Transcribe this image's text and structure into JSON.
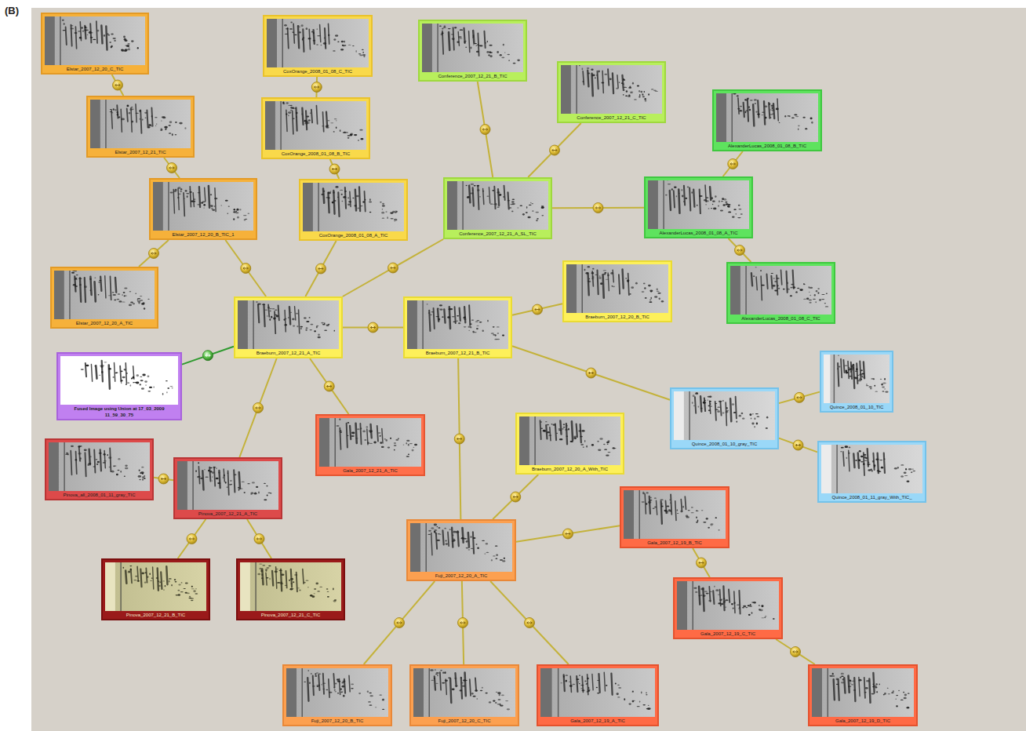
{
  "diagram": {
    "nodes": [
      {
        "text": [
          "Elstar_2007_12_20_C_TIC"
        ]
      },
      {
        "text": [
          "CoxOrange_2008_01_08_C_TIC"
        ]
      },
      {
        "text": [
          "Conference_2007_12_21_B_TIC"
        ]
      },
      {
        "text": [
          "Conference_2007_12_21_C_TIC"
        ]
      },
      {
        "text": [
          "AlexanderLucas_2008_01_08_B_TIC"
        ]
      },
      {
        "text": [
          "Elstar_2007_12_21_TIC"
        ]
      },
      {
        "text": [
          "CoxOrange_2008_01_08_B_TIC"
        ]
      },
      {
        "text": [
          "Elstar_2007_12_20_B_TIC_1"
        ]
      },
      {
        "text": [
          "CoxOrange_2008_01_08_A_TIC"
        ]
      },
      {
        "text": [
          "Conference_2007_12_21_A_SL_TIC"
        ]
      },
      {
        "text": [
          "AlexanderLucas_2008_01_08_A_TIC"
        ]
      },
      {
        "text": [
          "Braeburn_2007_12_20_B_TIC"
        ]
      },
      {
        "text": [
          "AlexanderLucas_2008_01_08_C_TIC"
        ]
      },
      {
        "text": [
          "Elstar_2007_12_20_A_TIC"
        ]
      },
      {
        "text": [
          "Braeburn_2007_12_21_A_TIC"
        ]
      },
      {
        "text": [
          "Braeburn_2007_12_21_B_TIC"
        ]
      },
      {
        "text": [
          "Quince_2008_01_10_TIC"
        ]
      },
      {
        "text": [
          "Fused Image using Union at 17_03_2009 11_59_30_75"
        ]
      },
      {
        "text": [
          "Quince_2008_01_10_gray_TIC"
        ]
      },
      {
        "text": [
          "Braeburn_2007_12_20_A_With_TIC"
        ]
      },
      {
        "text": [
          "Gala_2007_12_21_A_TIC"
        ]
      },
      {
        "text": [
          "Pinova_all_2008_01_11_gray_TIC"
        ]
      },
      {
        "text": [
          "Quince_2008_01_11_gray_With_TIC_"
        ]
      },
      {
        "text": [
          "Pinova_2007_12_21_A_TIC"
        ]
      },
      {
        "text": [
          "Gala_2007_12_19_B_TIC"
        ]
      },
      {
        "text": [
          "Fuji_2007_12_20_A_TIC"
        ]
      },
      {
        "text": [
          "Pinova_2007_12_21_B_TIC"
        ]
      },
      {
        "text": [
          "Pinova_2007_12_21_C_TIC"
        ]
      },
      {
        "text": [
          "Gala_2007_12_19_C_TIC"
        ]
      },
      {
        "text": [
          "Gala_2007_12_19_D_TIC"
        ]
      },
      {
        "text": [
          "Fuji_2007_12_20_B_TIC"
        ]
      },
      {
        "text": [
          "Fuji_2007_12_20_C_TIC"
        ]
      },
      {
        "text": [
          "Gala_2007_12_19_A_TIC"
        ]
      }
    ],
    "edges": [
      {
        "from": 0,
        "to": 5,
        "arrow": "none"
      },
      {
        "from": 5,
        "to": 7,
        "arrow": "none"
      },
      {
        "from": 7,
        "to": 13,
        "arrow": "none"
      },
      {
        "from": 7,
        "to": 14,
        "arrow": "none"
      },
      {
        "from": 1,
        "to": 6,
        "arrow": "none"
      },
      {
        "from": 6,
        "to": 8,
        "arrow": "none"
      },
      {
        "from": 8,
        "to": 14,
        "arrow": "none"
      },
      {
        "from": 2,
        "to": 9,
        "arrow": "none"
      },
      {
        "from": 3,
        "to": 9,
        "arrow": "none"
      },
      {
        "from": 9,
        "to": 10,
        "arrow": "none"
      },
      {
        "from": 4,
        "to": 10,
        "arrow": "none"
      },
      {
        "from": 10,
        "to": 12,
        "arrow": "none"
      },
      {
        "from": 9,
        "to": 14,
        "arrow": "none"
      },
      {
        "from": 14,
        "to": 15,
        "arrow": "none"
      },
      {
        "from": 15,
        "to": 11,
        "arrow": "none"
      },
      {
        "from": 15,
        "to": 18,
        "arrow": "none"
      },
      {
        "from": 18,
        "to": 16,
        "arrow": "none"
      },
      {
        "from": 18,
        "to": 22,
        "arrow": "none"
      },
      {
        "from": 14,
        "to": 17,
        "arrow": "none"
      },
      {
        "from": 14,
        "to": 20,
        "arrow": "none"
      },
      {
        "from": 14,
        "to": 23,
        "arrow": "none"
      },
      {
        "from": 23,
        "to": 21,
        "arrow": "none"
      },
      {
        "from": 23,
        "to": 26,
        "arrow": "none"
      },
      {
        "from": 23,
        "to": 27,
        "arrow": "none"
      },
      {
        "from": 15,
        "to": 25,
        "arrow": "none"
      },
      {
        "from": 19,
        "to": 25,
        "arrow": "none"
      },
      {
        "from": 25,
        "to": 24,
        "arrow": "none"
      },
      {
        "from": 24,
        "to": 28,
        "arrow": "none"
      },
      {
        "from": 28,
        "to": 29,
        "arrow": "none"
      },
      {
        "from": 25,
        "to": 30,
        "arrow": "none"
      },
      {
        "from": 25,
        "to": 31,
        "arrow": "none"
      },
      {
        "from": 25,
        "to": 32,
        "arrow": "none"
      }
    ],
    "labels": [
      "(B)"
    ]
  }
}
